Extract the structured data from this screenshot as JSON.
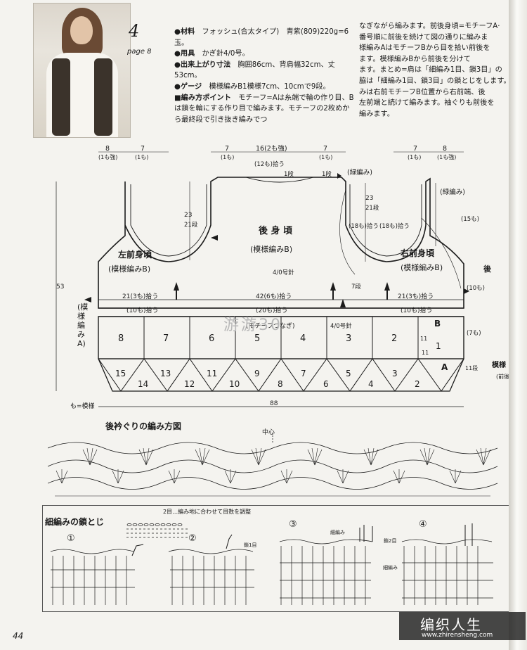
{
  "pattern": {
    "number": "4",
    "page_ref": "page 8"
  },
  "specs": [
    {
      "label": "●材料",
      "text": "フォッシュ(合太タイプ)　青紫(809)220g=6玉。"
    },
    {
      "label": "●用具",
      "text": "かぎ針4/0号。"
    },
    {
      "label": "●出来上がり寸法",
      "text": "胸囲86cm、背肩幅32cm、丈53cm。"
    },
    {
      "label": "●ゲージ",
      "text": "模様編みB1模様7cm、10cmで9段。"
    },
    {
      "label": "■編み方ポイント",
      "text": "モチーフ=Aは糸端で輪の作り目、Bは鎖を輪にする作り目で編みます。モチーフの2枚めから最終段で引き抜き編みでつ"
    }
  ],
  "right_text": "なぎながら編みます。前後身頃=モチーフA·\n番号順に前後を続けて図の通りに編みま\n様編みAはモチーフBから目を拾い前後を\nます。模様編みBから前後を分けて\nます。まとめ=肩は「細編み1目、鎖3目」の\n脇は「細編み1目、鎖3目」の鎖とじをします。\nみは右前モチーフB位置から右前端、後\n左前端と続けて編みます。袖ぐりも前後を\n編みます。",
  "schematic": {
    "back_label": "後 身 頃",
    "back_sub": "(模様編みB)",
    "left_label": "左前身頃",
    "left_sub": "(模様編みB)",
    "right_label": "右前身頃",
    "right_sub": "(模様編みB)",
    "hook": "4/0号針",
    "motif_join": "(モチーフつなぎ)",
    "motif_hook": "4/0号針",
    "green_edge": "(緑編み)",
    "side_label": "(模様編みA)",
    "mo_note": "も=模様",
    "width_total": "88",
    "height_total": "53",
    "top_dims": [
      "8",
      "(1も強)",
      "7",
      "(1も)",
      "7",
      "(1も)",
      "16(2も強)",
      "7",
      "(1も)",
      "7",
      "(1も)",
      "8",
      "(1も強)"
    ],
    "neck_pick": "(12も)拾う",
    "row1": "1段",
    "armhole": "23",
    "armhole_rows": "21段",
    "sleeve_pick": "(18も)拾う",
    "side_15": "(15も)",
    "pick_left": "21(3も)拾う",
    "pick_center": "42(6も)拾う",
    "pick_right": "21(3も)拾う",
    "pick10l": "(10も)拾う",
    "pick20": "(20も)拾う",
    "pick10r": "(10も)拾う",
    "seven_rows": "7段",
    "motif_top": [
      "8",
      "7",
      "6",
      "5",
      "4",
      "3",
      "2",
      "1"
    ],
    "motif_bottom": [
      "15",
      "14",
      "13",
      "12",
      "11",
      "10",
      "9",
      "8",
      "7",
      "6",
      "5",
      "4",
      "3",
      "2"
    ],
    "motif_B": "B",
    "motif_A": "A",
    "eleven": "11",
    "eleven_rows": "11段",
    "seven_mo": "(7も)",
    "ten_mo": "(10も)",
    "right_margin_1": "後",
    "right_margin_2": "模様",
    "right_margin_3": "(前後"
  },
  "neck_chart": {
    "title": "後衿ぐりの編み方図",
    "center": "中心"
  },
  "seam": {
    "title": "細編みの鎖とじ",
    "note": "2目…編み地に合わせて目数を調整",
    "steps": [
      "①",
      "②",
      "③",
      "④"
    ],
    "label_chain1": "鎖1目",
    "label_chain2": "鎖2目",
    "label_sc": "細編み"
  },
  "page_number": "44",
  "watermark_mid": "游游30",
  "watermark": {
    "text": "编织人生",
    "url": "www.zhirensheng.com"
  },
  "colors": {
    "ink": "#1b1b1b",
    "paper": "#f4f3ef"
  }
}
